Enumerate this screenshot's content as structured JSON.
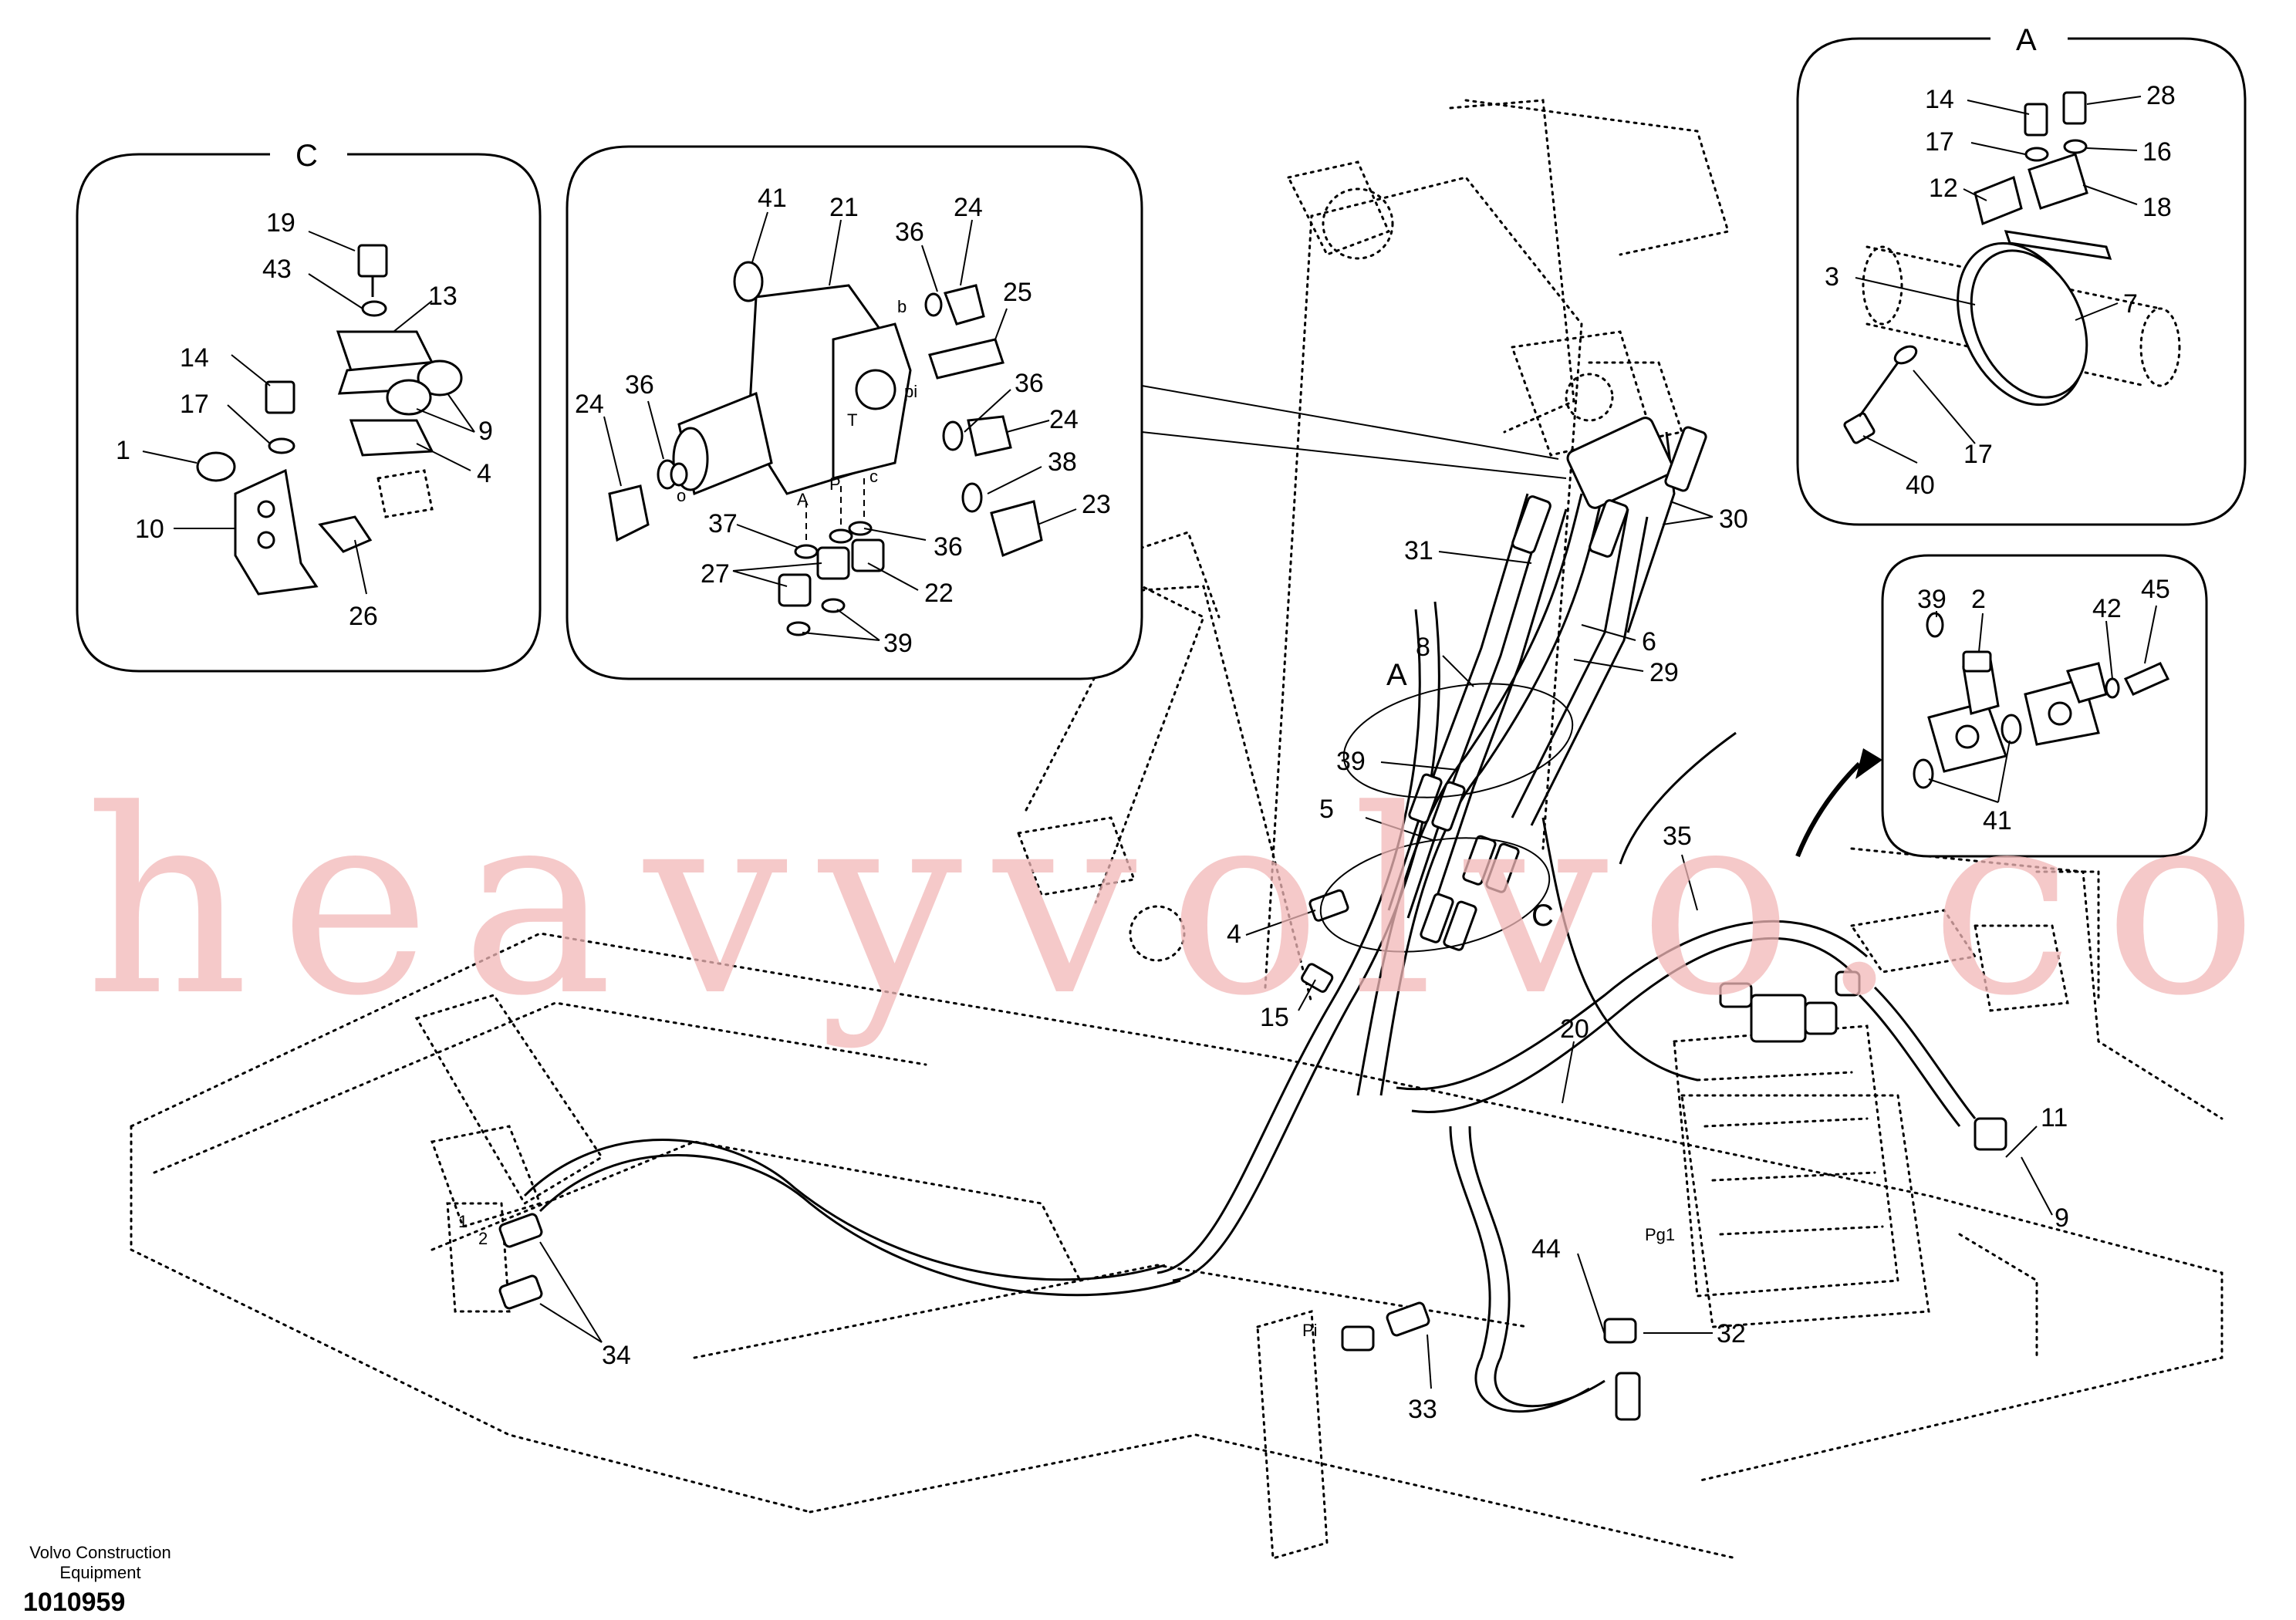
{
  "watermark": "heavyvolvo.com",
  "footer": {
    "publisher": "Volvo Construction Equipment",
    "figure_number": "1010959"
  },
  "details": {
    "c": {
      "label": "C",
      "items": [
        "19",
        "43",
        "13",
        "14",
        "17",
        "9",
        "1",
        "4",
        "10",
        "26"
      ]
    },
    "valve": {
      "items": [
        "41",
        "21",
        "36",
        "24",
        "25",
        "36",
        "24",
        "38",
        "23",
        "24",
        "36",
        "37",
        "36",
        "27",
        "22",
        "39"
      ],
      "ports": [
        "b",
        "pi",
        "T",
        "A",
        "P",
        "c",
        "o"
      ]
    },
    "a": {
      "label": "A",
      "items": [
        "14",
        "28",
        "17",
        "16",
        "12",
        "18",
        "3",
        "7",
        "17",
        "40"
      ]
    },
    "fitting": {
      "items": [
        "39",
        "2",
        "42",
        "45",
        "41"
      ]
    }
  },
  "main": {
    "callouts": [
      "30",
      "31",
      "8",
      "6",
      "29",
      "39",
      "5",
      "4",
      "15",
      "35",
      "20",
      "44",
      "32",
      "33",
      "34",
      "11",
      "9"
    ],
    "circle_labels": [
      "A",
      "C"
    ],
    "ports": [
      "Pi",
      "Pg1",
      "1",
      "2"
    ]
  },
  "colors": {
    "line": "#000000",
    "watermark": "#f2b8b8",
    "background": "#ffffff"
  }
}
